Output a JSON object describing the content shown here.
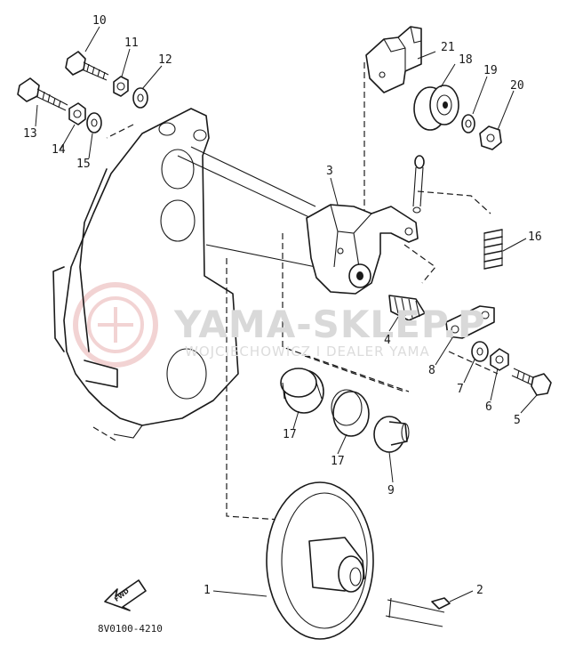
{
  "diagram": {
    "reference_code": "8V0100-4210",
    "direction_marker": "FWD",
    "watermark": {
      "title": "YAMA-SKLEP.P",
      "subtitle": "WOJCIECHOWICZ I DEALER YAMA",
      "color": "#e4a0a0"
    },
    "callouts": [
      "10",
      "11",
      "12",
      "13",
      "14",
      "15",
      "21",
      "18",
      "19",
      "20",
      "3",
      "16",
      "4",
      "8",
      "7",
      "6",
      "5",
      "17",
      "17",
      "9",
      "1",
      "2"
    ]
  }
}
